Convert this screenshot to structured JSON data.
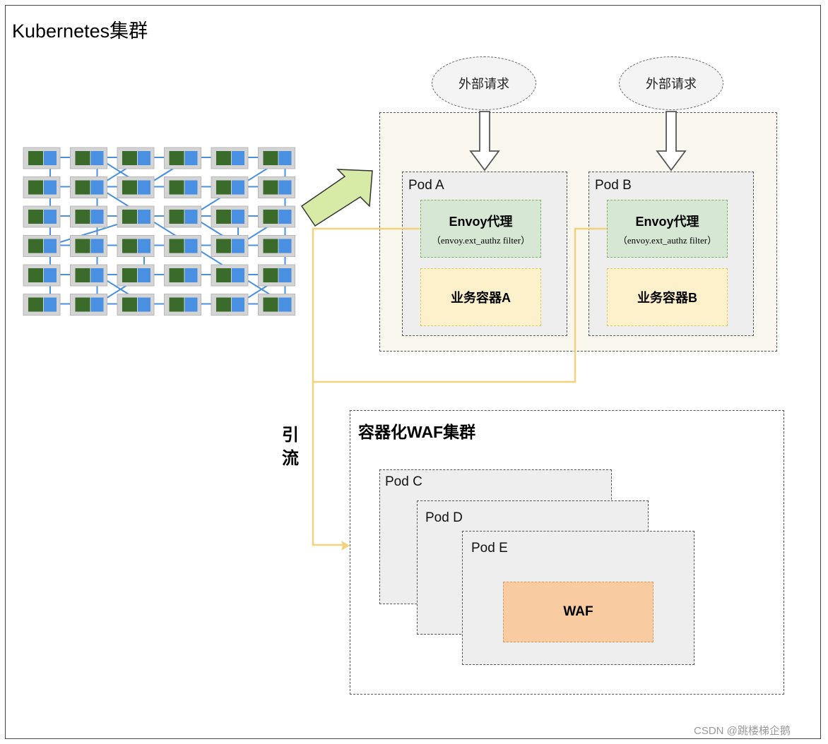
{
  "cluster": {
    "title": "Kubernetes集群"
  },
  "external_requests": [
    {
      "label": "外部请求"
    },
    {
      "label": "外部请求"
    }
  ],
  "pods": [
    {
      "label": "Pod A",
      "envoy_title": "Envoy代理",
      "envoy_subtitle": "（envoy.ext_authz filter）",
      "business": "业务容器A"
    },
    {
      "label": "Pod B",
      "envoy_title": "Envoy代理",
      "envoy_subtitle": "（envoy.ext_authz filter）",
      "business": "业务容器B"
    }
  ],
  "waf_cluster": {
    "title": "容器化WAF集群",
    "pods": [
      "Pod C",
      "Pod D",
      "Pod E"
    ],
    "waf_label": "WAF"
  },
  "traffic": {
    "label_line1": "引",
    "label_line2": "流"
  },
  "watermark": "CSDN @跳楼梯企鹅",
  "colors": {
    "envoy_fill": "#d6e8d4",
    "business_fill": "#fdf1cc",
    "waf_fill": "#f8cba0",
    "traffic_line": "#f2d27a",
    "grid_node_blue": "#4a90e2",
    "grid_node_green": "#3a6b2a"
  }
}
